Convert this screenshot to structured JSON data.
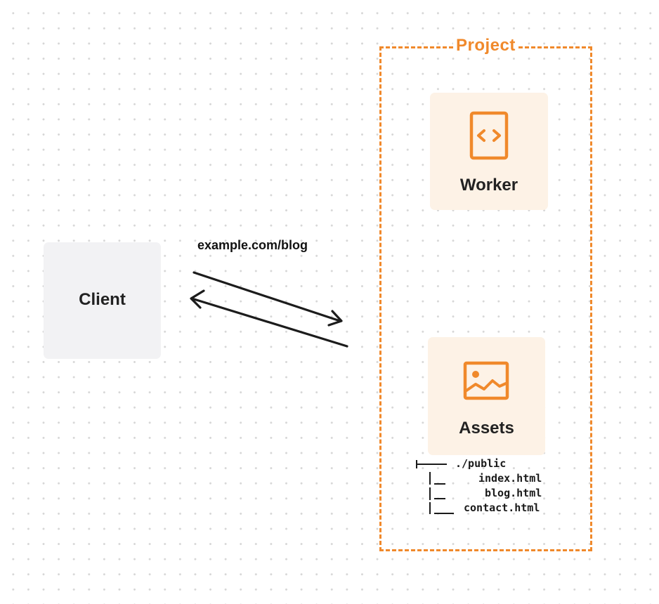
{
  "project": {
    "title": "Project"
  },
  "nodes": {
    "worker": {
      "label": "Worker",
      "icon": "code-file-icon"
    },
    "assets": {
      "label": "Assets",
      "icon": "image-icon"
    },
    "client": {
      "label": "Client"
    }
  },
  "request": {
    "label": "example.com/blog"
  },
  "file_tree": {
    "root": "./public",
    "files": [
      "index.html",
      "blog.html",
      "contact.html"
    ]
  },
  "colors": {
    "accent": "#f0892b",
    "card_fill": "#fdf2e6",
    "client_fill": "#f2f2f4"
  }
}
